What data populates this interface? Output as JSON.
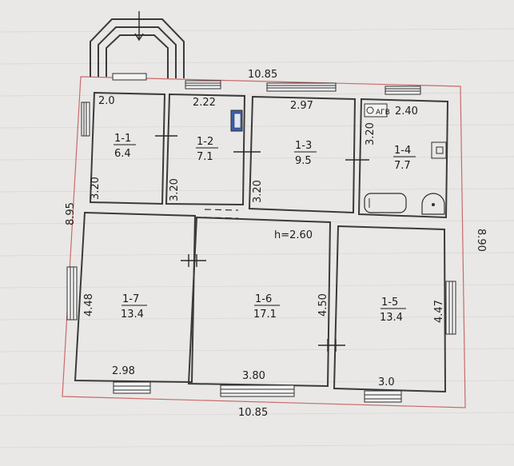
{
  "dimensions": {
    "top_total": "10.85",
    "bottom_total": "10.85",
    "left_total": "8.95",
    "right_total": "8.90",
    "ceiling_height": "h=2.60",
    "w_1_1": "2.0",
    "w_1_2": "2.22",
    "w_1_3": "2.97",
    "w_1_4": "2.40",
    "h_1_1": "3.20",
    "h_1_2": "3.20",
    "h_1_3": "3.20",
    "h_1_4": "3.20",
    "h_1_7": "4.48",
    "h_1_6": "4.50",
    "h_1_5": "4.47",
    "w_1_7": "2.98",
    "w_1_6": "3.80",
    "w_1_5": "3.0"
  },
  "rooms": [
    {
      "id": "1-1",
      "area": "6.4"
    },
    {
      "id": "1-2",
      "area": "7.1"
    },
    {
      "id": "1-3",
      "area": "9.5"
    },
    {
      "id": "1-4",
      "area": "7.7"
    },
    {
      "id": "1-5",
      "area": "13.4"
    },
    {
      "id": "1-6",
      "area": "17.1"
    },
    {
      "id": "1-7",
      "area": "13.4"
    }
  ],
  "fixtures": {
    "boiler_label": "АГВ"
  },
  "colors": {
    "outer_line": "#c96a6a",
    "wall": "#3a3a3a",
    "paper": "#e9e8e6"
  }
}
